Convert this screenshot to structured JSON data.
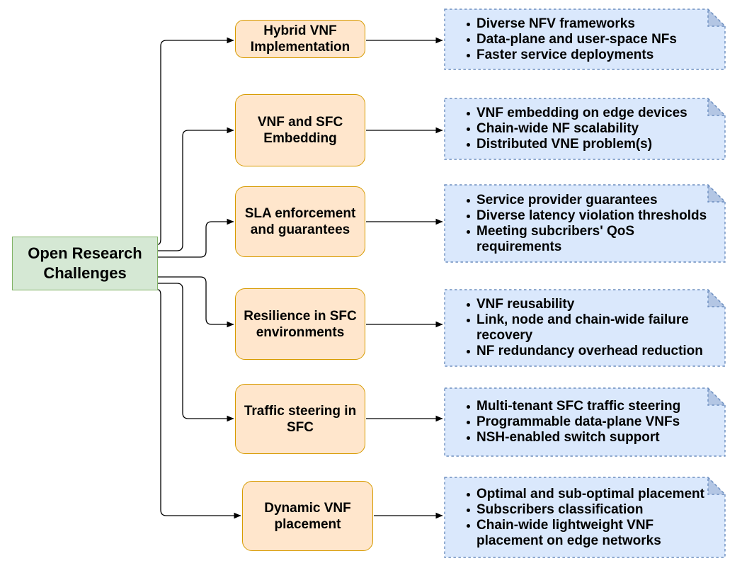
{
  "diagram": {
    "type": "flow-diagram",
    "root": {
      "label": "Open Research Challenges"
    },
    "branches": [
      {
        "label": "Hybrid VNF Implementation",
        "bullets": [
          "Diverse NFV frameworks",
          "Data-plane and user-space NFs",
          "Faster service deployments"
        ]
      },
      {
        "label": "VNF and SFC Embedding",
        "bullets": [
          "VNF embedding on edge devices",
          "Chain-wide NF scalability",
          "Distributed VNE problem(s)"
        ]
      },
      {
        "label": "SLA enforcement and guarantees",
        "bullets": [
          "Service provider guarantees",
          "Diverse latency violation thresholds",
          "Meeting subcribers' QoS requirements"
        ]
      },
      {
        "label": "Resilience in SFC environments",
        "bullets": [
          "VNF reusability",
          "Link, node and chain-wide failure recovery",
          "NF redundancy overhead reduction"
        ]
      },
      {
        "label": "Traffic steering in SFC",
        "bullets": [
          "Multi-tenant SFC traffic steering",
          "Programmable data-plane VNFs",
          "NSH-enabled switch support"
        ]
      },
      {
        "label": "Dynamic VNF placement",
        "bullets": [
          "Optimal and sub-optimal placement",
          "Subscribers classification",
          "Chain-wide lightweight VNF placement on edge networks"
        ]
      }
    ],
    "colors": {
      "root_fill": "#d5e8d4",
      "root_border": "#82b366",
      "branch_fill": "#ffe6cc",
      "branch_border": "#d79b00",
      "note_fill": "#dae8fc",
      "note_fold_fill": "#b3c6e4",
      "note_border": "#6c8ebf",
      "connector": "#000000",
      "text": "#000000",
      "background": "#ffffff"
    }
  }
}
